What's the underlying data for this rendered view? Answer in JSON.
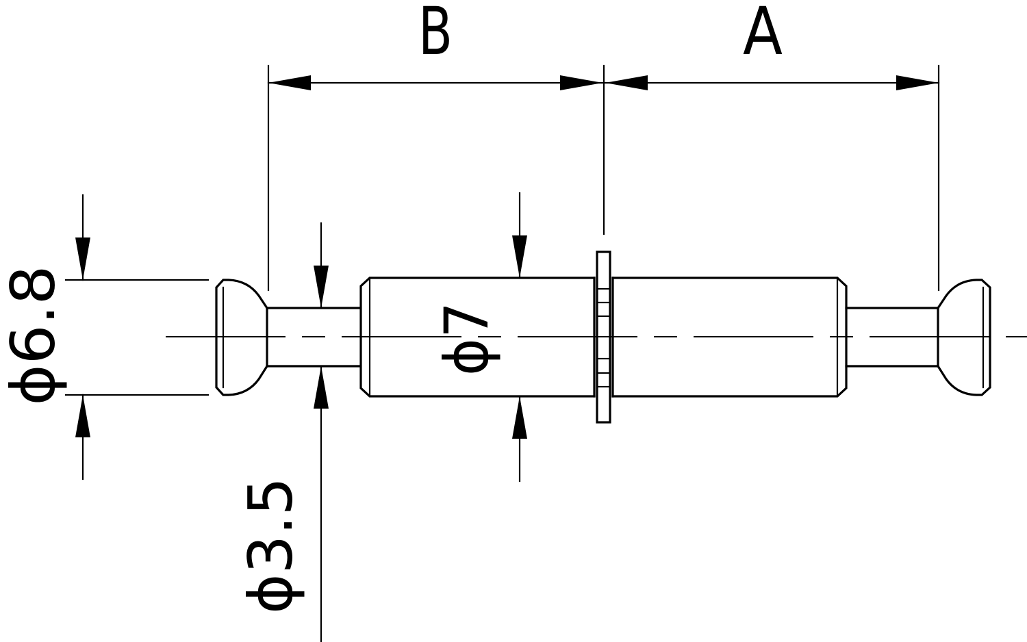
{
  "diagram": {
    "dimension_labels": {
      "length_b": "B",
      "length_a": "A",
      "head_diameter": "ϕ6.8",
      "neck_diameter": "ϕ3.5",
      "body_diameter": "ϕ7"
    }
  },
  "colors": {
    "line": "#000000",
    "background": "#ffffff"
  }
}
